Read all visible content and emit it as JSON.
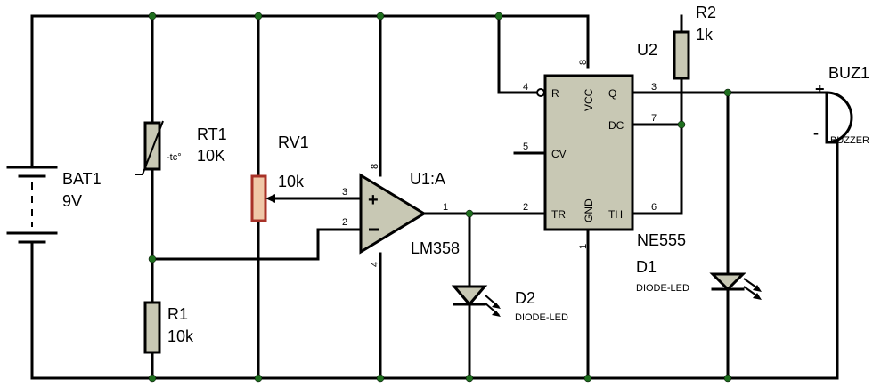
{
  "components": {
    "bat1": {
      "ref": "BAT1",
      "value": "9V"
    },
    "rt1": {
      "ref": "RT1",
      "value": "10K",
      "symbol": "-tc°"
    },
    "rv1": {
      "ref": "RV1",
      "value": "10k"
    },
    "r1": {
      "ref": "R1",
      "value": "10k"
    },
    "r2": {
      "ref": "R2",
      "value": "1k"
    },
    "u1": {
      "ref": "U1:A",
      "part": "LM358",
      "pins": {
        "noninv": "3",
        "inv": "2",
        "out": "1",
        "vcc": "8",
        "gnd": "4"
      }
    },
    "u2": {
      "ref": "U2",
      "part": "NE555",
      "pins": {
        "r": "4",
        "vcc": "8",
        "q": "3",
        "dc": "7",
        "cv": "5",
        "tr": "2",
        "gnd": "1",
        "th": "6"
      },
      "pin_labels": {
        "r": "R",
        "vcc": "VCC",
        "q": "Q",
        "dc": "DC",
        "cv": "CV",
        "tr": "TR",
        "gnd": "GND",
        "th": "TH"
      }
    },
    "d1": {
      "ref": "D1",
      "type": "DIODE-LED"
    },
    "d2": {
      "ref": "D2",
      "type": "DIODE-LED"
    },
    "buz1": {
      "ref": "BUZ1",
      "type": "BUZZER",
      "plus": "+",
      "minus": "-"
    }
  },
  "colors": {
    "body": "#c8c8b4",
    "pot": "#f0c8a8",
    "pot_border": "#a83228",
    "junction": "#1e6e1e",
    "wire": "#000000"
  }
}
